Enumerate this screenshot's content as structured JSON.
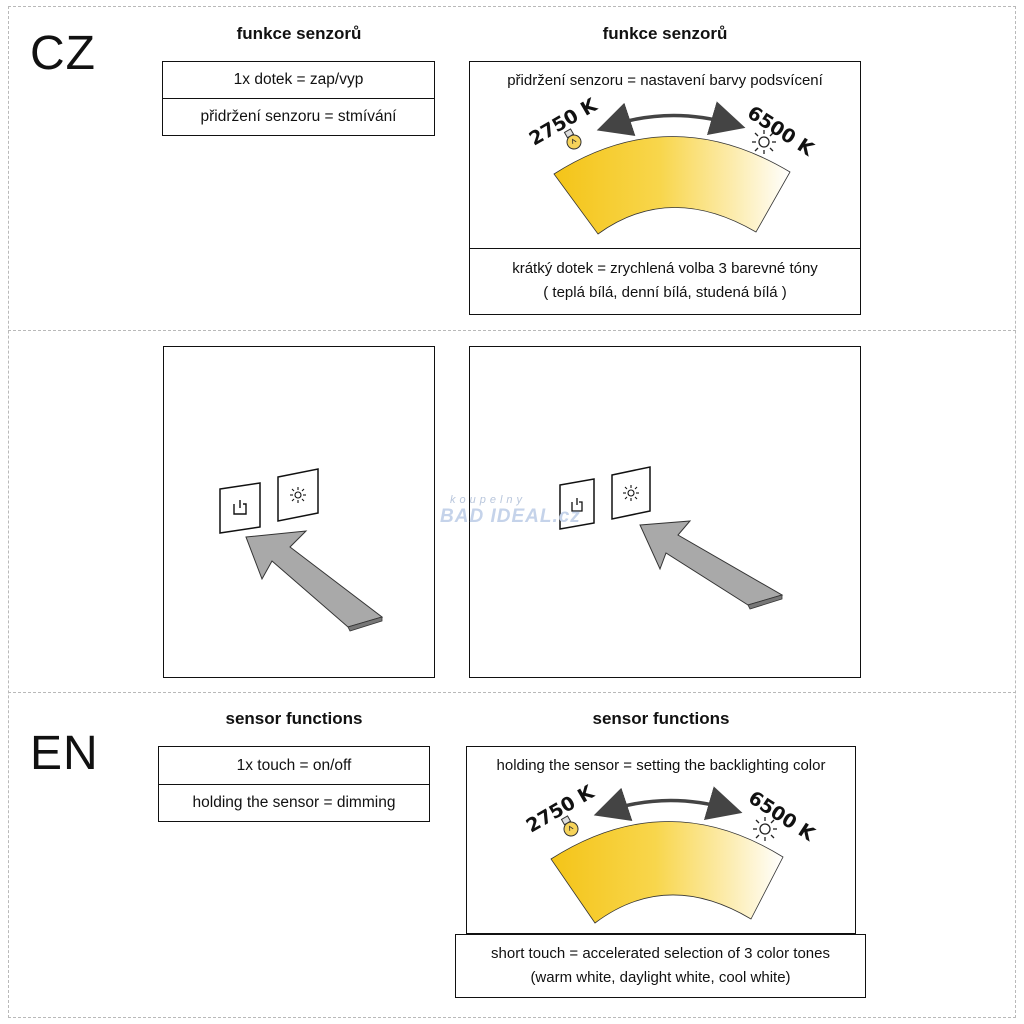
{
  "sections": {
    "cz": {
      "lang": "CZ",
      "left": {
        "heading": "funkce senzorů",
        "rows": [
          "1x dotek = zap/vyp",
          "přidržení senzoru = stmívání"
        ]
      },
      "right": {
        "heading": "funkce senzorů",
        "hold_text": "přidržení senzoru = nastavení barvy podsvícení",
        "warm_label": "2750 K",
        "cool_label": "6500 K",
        "short_line1": "krátký dotek = zrychlená volba 3  barevné tóny",
        "short_line2": "( teplá bílá, denní bílá, studená bílá )"
      }
    },
    "en": {
      "lang": "EN",
      "left": {
        "heading": "sensor functions",
        "rows": [
          "1x touch = on/off",
          "holding the sensor = dimming"
        ]
      },
      "right": {
        "heading": "sensor functions",
        "hold_text": "holding the sensor = setting the backlighting color",
        "warm_label": "2750 K",
        "cool_label": "6500 K",
        "short_line1": "short touch = accelerated selection of 3 color tones",
        "short_line2": "(warm white, daylight white, cool white)"
      }
    }
  },
  "watermark": {
    "small": "koupelny",
    "big": "BAD IDEAL.cz"
  },
  "icons": {
    "power": "power-icon",
    "brightness": "sun-icon",
    "warm": "light-bulb-icon",
    "cool": "sun-icon",
    "pointer": "arrow-icon"
  },
  "colors": {
    "warm_gradient_start": "#f5c518",
    "warm_gradient_mid": "#fbe07a",
    "cool_gradient_end": "#ffffff",
    "arrow_fill": "#a9a9a9",
    "border": "#111111",
    "dashed_line": "#b9b9b9"
  }
}
